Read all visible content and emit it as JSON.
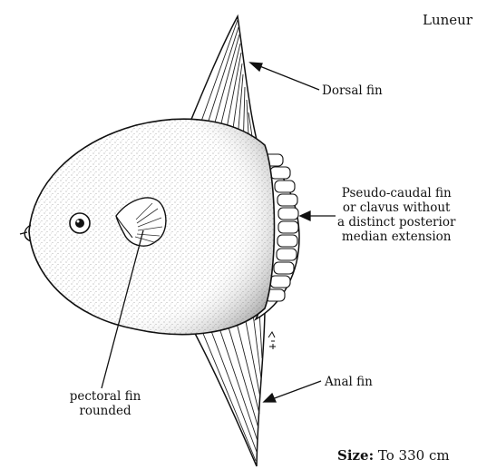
{
  "title": "Luneur",
  "labels": {
    "dorsal_fin": "Dorsal fin",
    "pseudo_caudal_lines": [
      "Pseudo-caudal fin",
      "or clavus without",
      "a distinct posterior",
      "median extension"
    ],
    "anal_fin": "Anal fin",
    "pectoral_lines": [
      "pectoral fin",
      "rounded"
    ]
  },
  "size": {
    "label": "Size:",
    "value": "To 330 cm"
  },
  "colors": {
    "ink": "#111111",
    "background": "#ffffff"
  }
}
